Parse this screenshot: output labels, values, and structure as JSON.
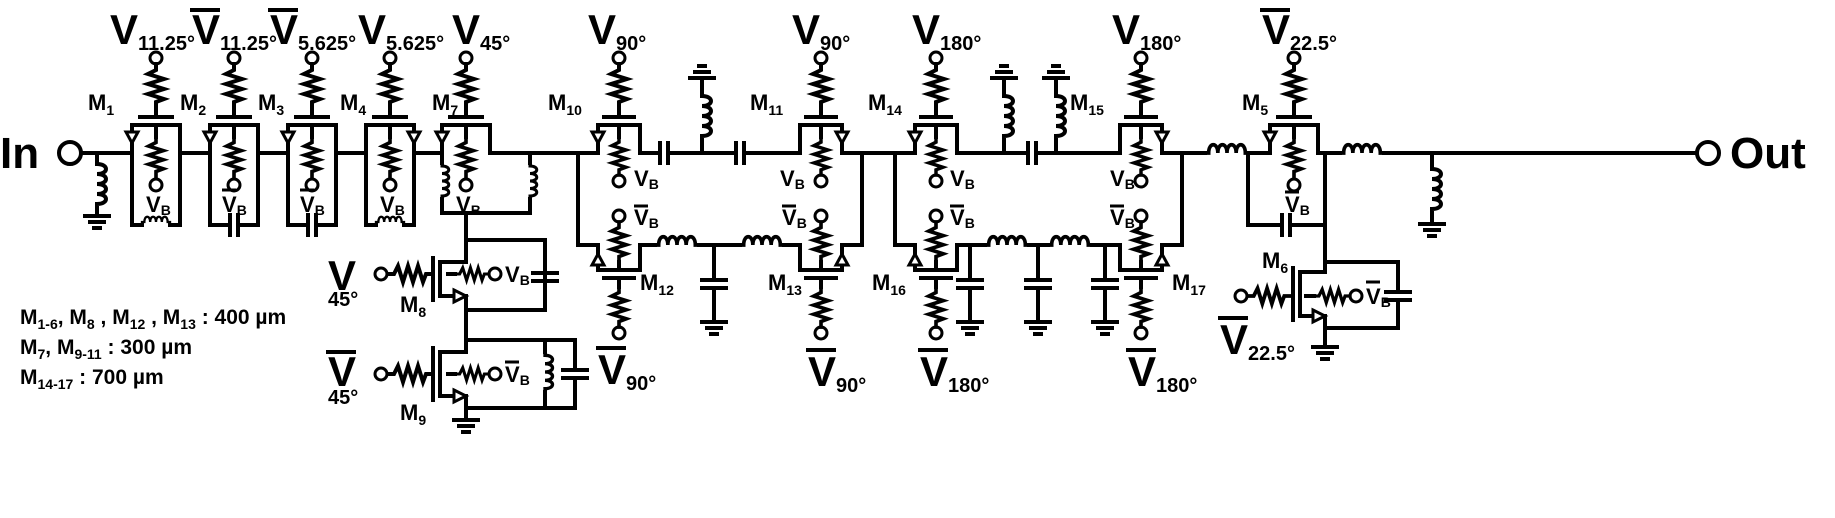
{
  "ports": {
    "input": "In",
    "output": "Out"
  },
  "controls": {
    "c1": "V",
    "c1s": "11.25°",
    "c2": "V",
    "c2s": "11.25°",
    "c3": "V",
    "c3s": "5.625°",
    "c4": "V",
    "c4s": "5.625°",
    "c5": "V",
    "c5s": "45°",
    "c6": "V",
    "c6s": "90°",
    "c7": "V",
    "c7s": "90°",
    "c8": "V",
    "c8s": "180°",
    "c9": "V",
    "c9s": "180°",
    "c10": "V",
    "c10s": "22.5°",
    "b1": "V",
    "b1s": "90°",
    "b2": "V",
    "b2s": "90°",
    "b3": "V",
    "b3s": "180°",
    "b4": "V",
    "b4s": "180°",
    "b5": "V",
    "b5s": "22.5°",
    "g8": "V",
    "g8s": "45°",
    "g9": "V",
    "g9s": "45°"
  },
  "bias": {
    "v": "V",
    "s": "B"
  },
  "transistors": {
    "m1": "M",
    "m1s": "1",
    "m2": "M",
    "m2s": "2",
    "m3": "M",
    "m3s": "3",
    "m4": "M",
    "m4s": "4",
    "m7": "M",
    "m7s": "7",
    "m10": "M",
    "m10s": "10",
    "m11": "M",
    "m11s": "11",
    "m14": "M",
    "m14s": "14",
    "m15": "M",
    "m15s": "15",
    "m5": "M",
    "m5s": "5",
    "m8": "M",
    "m8s": "8",
    "m9": "M",
    "m9s": "9",
    "m12": "M",
    "m12s": "12",
    "m13": "M",
    "m13s": "13",
    "m16": "M",
    "m16s": "16",
    "m17": "M",
    "m17s": "17",
    "m6": "M",
    "m6s": "6"
  },
  "notes": {
    "l1_m": "M",
    "l1_s": "1-6",
    "l1_t": ", M",
    "l1_s2": "8",
    "l1_t2": " , M",
    "l1_s3": "12",
    "l1_t3": " , M",
    "l1_s4": "13",
    "l1_t4": " : 400  µm",
    "l2_m": "M",
    "l2_s": "7",
    "l2_t": ", M",
    "l2_s2": "9-11",
    "l2_t2": " : 300 µm",
    "l3_m": "M",
    "l3_s": "14-17",
    "l3_t": " : 700 µm"
  }
}
